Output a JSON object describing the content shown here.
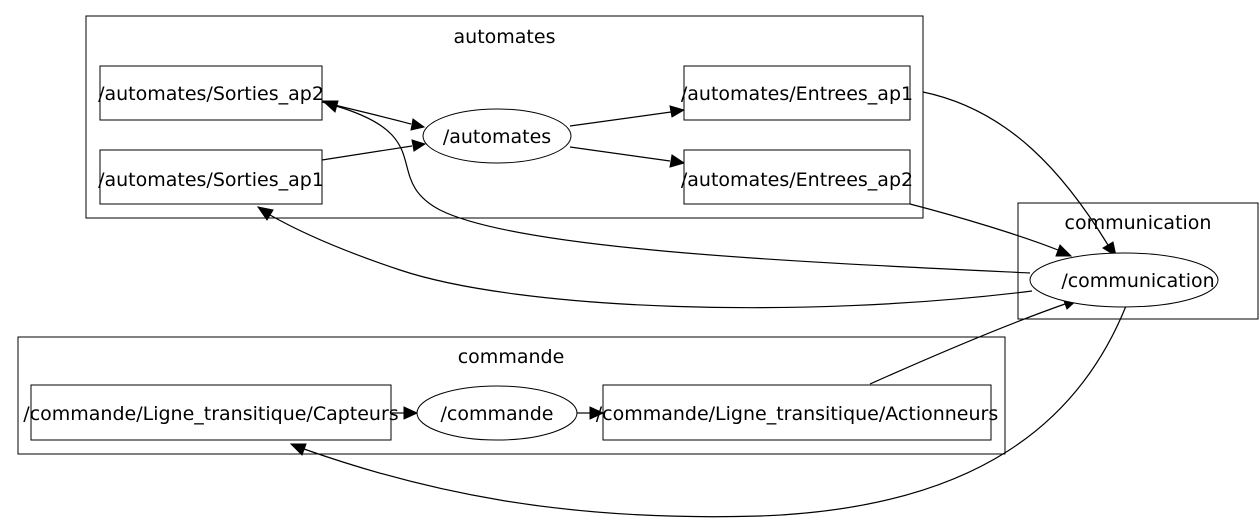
{
  "colors": {
    "stroke": "#000000",
    "fill": "#ffffff",
    "text": "#000000"
  },
  "clusters": [
    {
      "id": "automates",
      "label": "automates"
    },
    {
      "id": "communication",
      "label": "communication"
    },
    {
      "id": "commande",
      "label": "commande"
    }
  ],
  "nodes": [
    {
      "id": "sorties_ap2",
      "label": "/automates/Sorties_ap2",
      "shape": "box"
    },
    {
      "id": "sorties_ap1",
      "label": "/automates/Sorties_ap1",
      "shape": "box"
    },
    {
      "id": "automates_node",
      "label": "/automates",
      "shape": "ellipse"
    },
    {
      "id": "entrees_ap1",
      "label": "/automates/Entrees_ap1",
      "shape": "box"
    },
    {
      "id": "entrees_ap2",
      "label": "/automates/Entrees_ap2",
      "shape": "box"
    },
    {
      "id": "communication_node",
      "label": "/communication",
      "shape": "ellipse"
    },
    {
      "id": "capteurs",
      "label": "/commande/Ligne_transitique/Capteurs",
      "shape": "box"
    },
    {
      "id": "commande_node",
      "label": "/commande",
      "shape": "ellipse"
    },
    {
      "id": "actionneurs",
      "label": "/commande/Ligne_transitique/Actionneurs",
      "shape": "box"
    }
  ],
  "edges": [
    {
      "from": "sorties_ap2",
      "to": "automates_node"
    },
    {
      "from": "sorties_ap1",
      "to": "automates_node"
    },
    {
      "from": "automates_node",
      "to": "entrees_ap1"
    },
    {
      "from": "automates_node",
      "to": "entrees_ap2"
    },
    {
      "from": "entrees_ap1",
      "to": "communication_node"
    },
    {
      "from": "entrees_ap2",
      "to": "communication_node"
    },
    {
      "from": "communication_node",
      "to": "sorties_ap2"
    },
    {
      "from": "communication_node",
      "to": "sorties_ap1"
    },
    {
      "from": "actionneurs",
      "to": "communication_node"
    },
    {
      "from": "communication_node",
      "to": "capteurs"
    },
    {
      "from": "capteurs",
      "to": "commande_node"
    },
    {
      "from": "commande_node",
      "to": "actionneurs"
    }
  ]
}
